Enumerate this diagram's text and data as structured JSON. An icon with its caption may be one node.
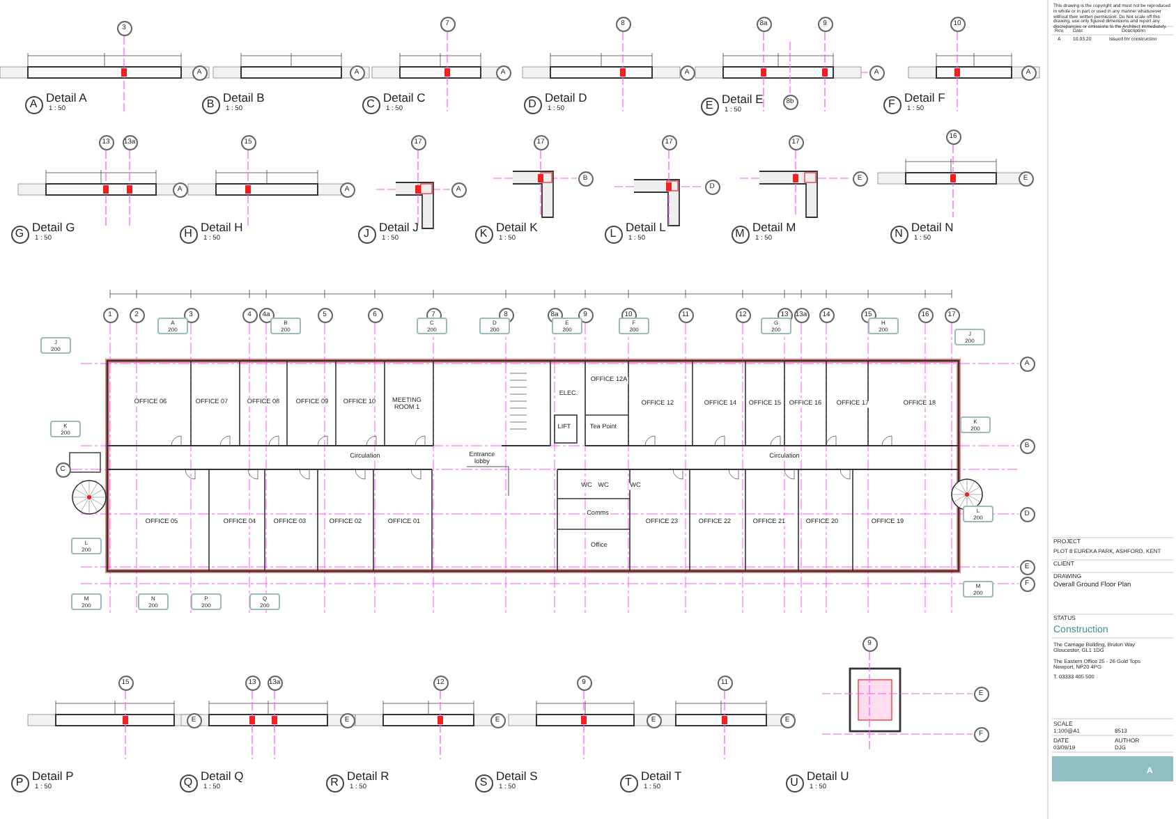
{
  "diagram": {
    "nodes": [
      {
        "text": [
          "3"
        ]
      },
      {
        "text": [
          "A"
        ]
      },
      {
        "text": [
          "A"
        ]
      },
      {
        "text": [
          "7"
        ]
      },
      {
        "text": [
          "A"
        ]
      },
      {
        "text": [
          "8"
        ]
      },
      {
        "text": [
          "A"
        ]
      },
      {
        "text": [
          "8a"
        ]
      },
      {
        "text": [
          "9"
        ]
      },
      {
        "text": [
          "8b"
        ]
      },
      {
        "text": [
          "A"
        ]
      },
      {
        "text": [
          "10"
        ]
      },
      {
        "text": [
          "A"
        ]
      },
      {
        "text": [
          "A"
        ],
        "beside": [
          "Detail A",
          "1 : 50"
        ]
      },
      {
        "text": [
          "B"
        ],
        "beside": [
          "Detail B",
          "1 : 50"
        ]
      },
      {
        "text": [
          "C"
        ],
        "beside": [
          "Detail C",
          "1 : 50"
        ]
      },
      {
        "text": [
          "D"
        ],
        "beside": [
          "Detail D",
          "1 : 50"
        ]
      },
      {
        "text": [
          "E"
        ],
        "beside": [
          "Detail E",
          "1 : 50"
        ]
      },
      {
        "text": [
          "F"
        ],
        "beside": [
          "Detail F",
          "1 : 50"
        ]
      },
      {
        "text": [
          "13"
        ]
      },
      {
        "text": [
          "13a"
        ]
      },
      {
        "text": [
          "A"
        ]
      },
      {
        "text": [
          "15"
        ]
      },
      {
        "text": [
          "A"
        ]
      },
      {
        "text": [
          "17"
        ]
      },
      {
        "text": [
          "A"
        ]
      },
      {
        "text": [
          "17"
        ]
      },
      {
        "text": [
          "B"
        ]
      },
      {
        "text": [
          "17"
        ]
      },
      {
        "text": [
          "D"
        ]
      },
      {
        "text": [
          "17"
        ]
      },
      {
        "text": [
          "E"
        ]
      },
      {
        "text": [
          "16"
        ]
      },
      {
        "text": [
          "E"
        ]
      },
      {
        "text": [
          "G"
        ],
        "beside": [
          "Detail G",
          "1 : 50"
        ]
      },
      {
        "text": [
          "H"
        ],
        "beside": [
          "Detail H",
          "1 : 50"
        ]
      },
      {
        "text": [
          "J"
        ],
        "beside": [
          "Detail J",
          "1 : 50"
        ]
      },
      {
        "text": [
          "K"
        ],
        "beside": [
          "Detail K",
          "1 : 50"
        ]
      },
      {
        "text": [
          "L"
        ],
        "beside": [
          "Detail L",
          "1 : 50"
        ]
      },
      {
        "text": [
          "M"
        ],
        "beside": [
          "Detail M",
          "1 : 50"
        ]
      },
      {
        "text": [
          "N"
        ],
        "beside": [
          "Detail N",
          "1 : 50"
        ]
      },
      {
        "text": [
          "1"
        ]
      },
      {
        "text": [
          "2"
        ]
      },
      {
        "text": [
          "3"
        ]
      },
      {
        "text": [
          "4"
        ]
      },
      {
        "text": [
          "4a"
        ]
      },
      {
        "text": [
          "5"
        ]
      },
      {
        "text": [
          "6"
        ]
      },
      {
        "text": [
          "7"
        ]
      },
      {
        "text": [
          "8"
        ]
      },
      {
        "text": [
          "8a"
        ]
      },
      {
        "text": [
          "9"
        ]
      },
      {
        "text": [
          "10"
        ]
      },
      {
        "text": [
          "11"
        ]
      },
      {
        "text": [
          "12"
        ]
      },
      {
        "text": [
          "13"
        ]
      },
      {
        "text": [
          "13a"
        ]
      },
      {
        "text": [
          "14"
        ]
      },
      {
        "text": [
          "15"
        ]
      },
      {
        "text": [
          "16"
        ]
      },
      {
        "text": [
          "17"
        ]
      },
      {
        "text": [
          "A"
        ]
      },
      {
        "text": [
          "B"
        ]
      },
      {
        "text": [
          "D"
        ]
      },
      {
        "text": [
          "E"
        ]
      },
      {
        "text": [
          "F"
        ]
      },
      {
        "text": [
          "C"
        ]
      },
      {
        "text": [
          "A",
          "200"
        ]
      },
      {
        "text": [
          "B",
          "200"
        ]
      },
      {
        "text": [
          "C",
          "200"
        ]
      },
      {
        "text": [
          "D",
          "200"
        ]
      },
      {
        "text": [
          "E",
          "200"
        ]
      },
      {
        "text": [
          "F",
          "200"
        ]
      },
      {
        "text": [
          "G",
          "200"
        ]
      },
      {
        "text": [
          "H",
          "200"
        ]
      },
      {
        "text": [
          "J",
          "200"
        ]
      },
      {
        "text": [
          "J",
          "200"
        ]
      },
      {
        "text": [
          "K",
          "200"
        ]
      },
      {
        "text": [
          "K",
          "200"
        ]
      },
      {
        "text": [
          "L",
          "200"
        ]
      },
      {
        "text": [
          "L",
          "200"
        ]
      },
      {
        "text": [
          "M",
          "200"
        ]
      },
      {
        "text": [
          "M",
          "200"
        ]
      },
      {
        "text": [
          "N",
          "200"
        ]
      },
      {
        "text": [
          "P",
          "200"
        ]
      },
      {
        "text": [
          "Q",
          "200"
        ]
      },
      {
        "text": [
          "OFFICE 06"
        ]
      },
      {
        "text": [
          "OFFICE 07"
        ]
      },
      {
        "text": [
          "OFFICE 08"
        ]
      },
      {
        "text": [
          "OFFICE 09"
        ]
      },
      {
        "text": [
          "OFFICE 10"
        ]
      },
      {
        "text": [
          "MEETING ROOM 1"
        ]
      },
      {
        "text": [
          "ELEC."
        ]
      },
      {
        "text": [
          "OFFICE 12A"
        ]
      },
      {
        "text": [
          "OFFICE 12"
        ]
      },
      {
        "text": [
          "OFFICE 14"
        ]
      },
      {
        "text": [
          "OFFICE 15"
        ]
      },
      {
        "text": [
          "OFFICE 16"
        ]
      },
      {
        "text": [
          "OFFICE 17"
        ]
      },
      {
        "text": [
          "OFFICE 18"
        ]
      },
      {
        "text": [
          "LIFT"
        ]
      },
      {
        "text": [
          "Tea Point"
        ]
      },
      {
        "text": [
          "Circulation"
        ]
      },
      {
        "text": [
          "Entrance lobby"
        ]
      },
      {
        "text": [
          "Circulation"
        ]
      },
      {
        "text": [
          "WC"
        ]
      },
      {
        "text": [
          "WC"
        ]
      },
      {
        "text": [
          "WC"
        ]
      },
      {
        "text": [
          "OFFICE 05"
        ]
      },
      {
        "text": [
          "OFFICE 04"
        ]
      },
      {
        "text": [
          "OFFICE 03"
        ]
      },
      {
        "text": [
          "OFFICE 02"
        ]
      },
      {
        "text": [
          "OFFICE 01"
        ]
      },
      {
        "text": [
          "Comms"
        ]
      },
      {
        "text": [
          "OFFICE 23"
        ]
      },
      {
        "text": [
          "OFFICE 22"
        ]
      },
      {
        "text": [
          "OFFICE 21"
        ]
      },
      {
        "text": [
          "OFFICE 20"
        ]
      },
      {
        "text": [
          "OFFICE 19"
        ]
      },
      {
        "text": [
          "Office"
        ]
      },
      {
        "text": [
          "15"
        ]
      },
      {
        "text": [
          "E"
        ]
      },
      {
        "text": [
          "13"
        ]
      },
      {
        "text": [
          "13a"
        ]
      },
      {
        "text": [
          "E"
        ]
      },
      {
        "text": [
          "12"
        ]
      },
      {
        "text": [
          "E"
        ]
      },
      {
        "text": [
          "9"
        ]
      },
      {
        "text": [
          "E"
        ]
      },
      {
        "text": [
          "11"
        ]
      },
      {
        "text": [
          "E"
        ]
      },
      {
        "text": [
          "9"
        ]
      },
      {
        "text": [
          "E"
        ]
      },
      {
        "text": [
          "F"
        ]
      },
      {
        "text": [
          "P"
        ],
        "beside": [
          "Detail P",
          "1 : 50"
        ]
      },
      {
        "text": [
          "Q"
        ],
        "beside": [
          "Detail Q",
          "1 : 50"
        ]
      },
      {
        "text": [
          "R"
        ],
        "beside": [
          "Detail R",
          "1 : 50"
        ]
      },
      {
        "text": [
          "S"
        ],
        "beside": [
          "Detail S",
          "1 : 50"
        ]
      },
      {
        "text": [
          "T"
        ],
        "beside": [
          "Detail T",
          "1 : 50"
        ]
      },
      {
        "text": [
          "U"
        ],
        "beside": [
          "Detail U",
          "1 : 50"
        ]
      }
    ],
    "labels": [
      "This drawing is the copyright and must not be reproduced in whole or in part or used in any manner whatsoever without their written permission. Do Not scale off this drawing, use only figured dimensions and report any discrepancies or omissions to the Architect immediately.",
      "Rev.",
      "Date",
      "Description",
      "A",
      "10.03.20",
      "Issued for construction",
      "PROJECT",
      "PLOT 8 EUREKA PARK, ASHFORD, KENT",
      "CLIENT",
      "DRAWING",
      "Overall Ground Floor Plan",
      "STATUS",
      "Construction",
      "The Carriage Building, Bruton Way Gloucester, GL1 1DG",
      "The Eastern Office 25 - 26 Gold Tops Newport, NP20 4PG",
      "T. 03333 405 500",
      "SCALE",
      "1:100@A1",
      "8513",
      "DATE",
      "AUTHOR",
      "03/09/19",
      "DJG",
      "A"
    ]
  }
}
